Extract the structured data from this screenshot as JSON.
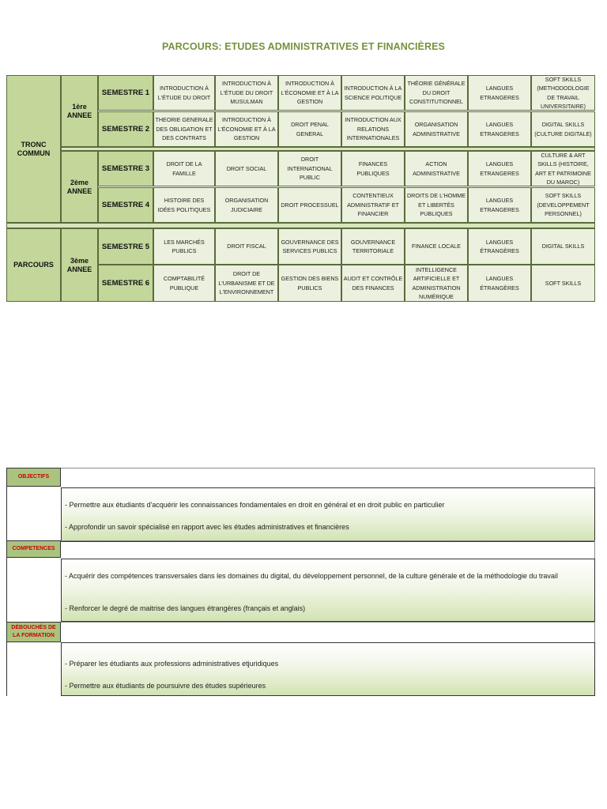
{
  "page_title": "PARCOURS: ETUDES ADMINISTRATIVES ET FINANCIÈRES",
  "groups": {
    "tronc_commun": "TRONC COMMUN",
    "parcours": "PARCOURS"
  },
  "years": {
    "y1": "1ère ANNEE",
    "y2": "2ème ANNEE",
    "y3": "3ème ANNEE"
  },
  "semesters": [
    {
      "label": "SEMESTRE 1",
      "courses": [
        "INTRODUCTION À L'ÉTUDE DU DROIT",
        "INTRODUCTION À L'ÉTUDE DU DROIT MUSULMAN",
        "INTRODUCTION À L'ÉCONOMIE ET À LA GESTION",
        "INTRODUCTION À LA SCIENCE POLITIQUE",
        "THÉORIE GÉNÉRALE DU DROIT CONSTITUTIONNEL",
        "LANGUES ETRANGERES",
        "SOFT SKILLS (METHODODLOGIE DE TRAVAIL UNIVERSITAIRE)"
      ]
    },
    {
      "label": "SEMESTRE 2",
      "courses": [
        "THEORIE GENERALE DES OBLIGATION ET DES CONTRATS",
        "INTRODUCTION À L'ÉCONOMIE ET À LA GESTION",
        "DROIT PENAL GENERAL",
        "INTRODUCTION AUX RELATIONS INTERNATIONALES",
        "ORGANISATION ADMINISTRATIVE",
        "LANGUES ETRANGERES",
        "DIGITAL SKILLS (CULTURE DIGITALE)"
      ]
    },
    {
      "label": "SEMESTRE 3",
      "courses": [
        "DROIT DE LA FAMILLE",
        "DROIT SOCIAL",
        "DROIT INTERNATIONAL PUBLIC",
        "FINANCES PUBLIQUES",
        "ACTION ADMINISTRATIVE",
        "LANGUES ETRANGERES",
        "CULTURE & ART SKILLS (HISTOIRE, ART ET PATRIMOINE DU MAROC)"
      ]
    },
    {
      "label": "SEMESTRE 4",
      "courses": [
        "HISTOIRE DES IDÉES POLITIQUES",
        "ORGANISATION JUDICIAIRE",
        "DROIT PROCESSUEL",
        "CONTENTIEUX ADMINISTRATIF ET FINANCIER",
        "DROITS DE L'HOMME ET LIBERTÉS PUBLIQUES",
        "LANGUES ETRANGERES",
        "SOFT SKILLS (DEVELOPPEMENT PERSONNEL)"
      ]
    },
    {
      "label": "SEMESTRE 5",
      "courses": [
        "LES MARCHÉS PUBLICS",
        "DROIT FISCAL",
        "GOUVERNANCE DES SERVICES PUBLICS",
        "GOUVERNANCE TERRITORIALE",
        "FINANCE LOCALE",
        "LANGUES ÉTRANGÈRES",
        "DIGITAL SKILLS"
      ]
    },
    {
      "label": "SEMESTRE 6",
      "courses": [
        "COMPTABILITÉ PUBLIQUE",
        "DROIT DE L'URBANISME ET DE L'ENVIRONNEMENT",
        "GESTION DES BIENS PUBLICS",
        "AUDIT ET CONTRÔLE DES FINANCES",
        "INTELLIGENCE ARTIFICIELLE ET ADMINISTRATION NUMÉRIQUE",
        "LANGUES ÉTRANGÈRES",
        "SOFT SKILLS"
      ]
    }
  ],
  "sections": {
    "objectifs": {
      "label": "OBJECTIFS",
      "items": [
        "- Permettre aux étudiants d'acquérir les connaissances fondamentales en droit en général et en droit public en particulier",
        "- Approfondir un savoir spécialisé en rapport avec les études administratives et financières"
      ]
    },
    "competences": {
      "label": "COMPETENCES",
      "items": [
        "- Acquérir des compétences transversales dans les domaines du digital, du développement personnel, de la culture générale et de la méthodologie du travail",
        "-  Renforcer le degré de maitrise des langues étrangères (français et anglais)"
      ]
    },
    "debouches": {
      "label": "DÉBOUCHÉS DE LA FORMATION",
      "items": [
        "- Préparer les étudiants aux professions administratives etjuridiques",
        "- Permettre aux étudiants de poursuivre des études supérieures"
      ]
    }
  }
}
